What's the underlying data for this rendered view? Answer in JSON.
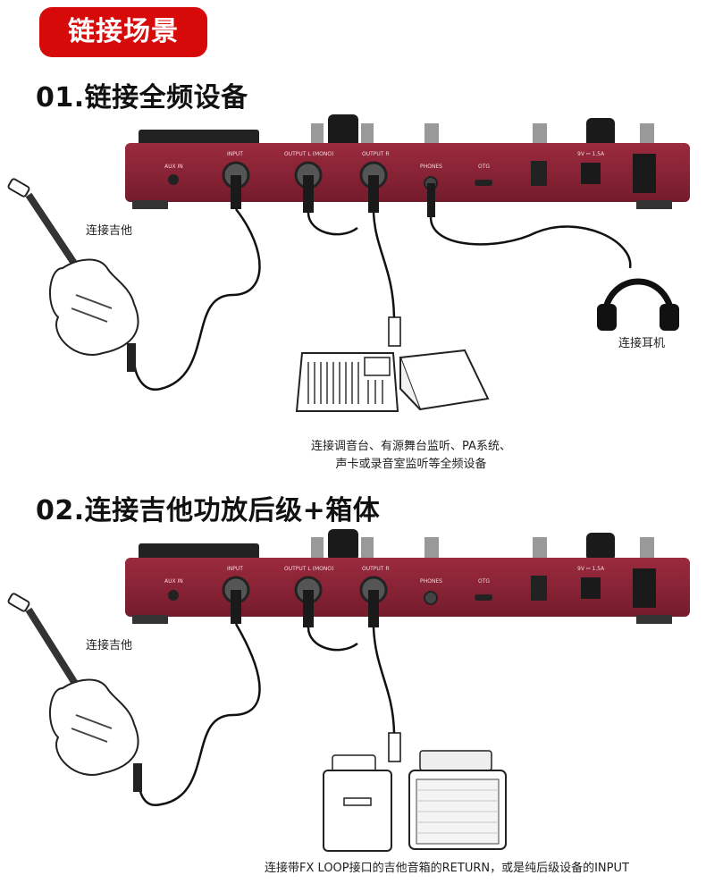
{
  "header": {
    "badge": "链接场景"
  },
  "section1": {
    "title": "01.链接全频设备",
    "guitar_label": "连接吉他",
    "headphone_label": "连接耳机",
    "caption_line1": "连接调音台、有源舞台监听、PA系统、",
    "caption_line2": "声卡或录音室监听等全频设备"
  },
  "section2": {
    "title": "02.连接吉他功放后级+箱体",
    "guitar_label": "连接吉他",
    "caption": "连接带FX LOOP接口的吉他音箱的RETURN，或是纯后级设备的INPUT"
  },
  "device_panel": {
    "aux_in": "AUX IN",
    "input": "INPUT",
    "output_l": "OUTPUT L (MONO)",
    "output_r": "OUTPUT R",
    "phones": "PHONES",
    "otg": "OTG",
    "power": "9V ⎓ 1.5A"
  },
  "colors": {
    "accent": "#d70a0a",
    "device_body": "#8a2436"
  }
}
